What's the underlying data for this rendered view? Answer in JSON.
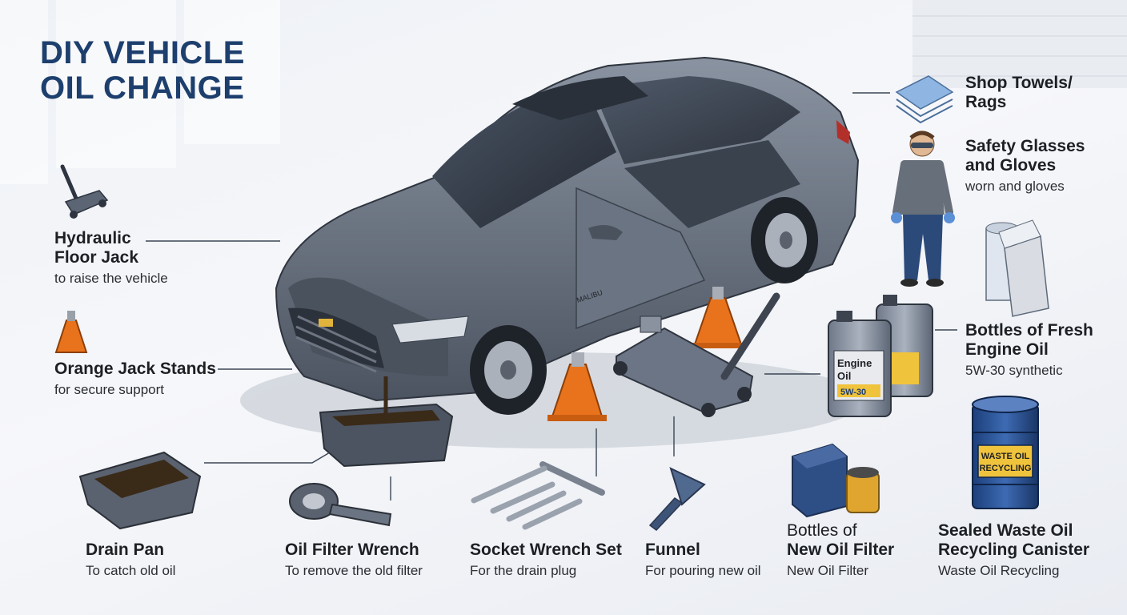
{
  "title": {
    "line1": "DIY VEHICLE",
    "line2": "OIL CHANGE"
  },
  "car_badge": "MALIBU",
  "barrel_label": {
    "line1": "WASTE OIL",
    "line2": "RECYCLING"
  },
  "bottle_label": {
    "line1": "Engine",
    "line2": "Oil",
    "grade": "5W-30"
  },
  "labels": {
    "jack": {
      "line1": "Hydraulic",
      "line2": "Floor Jack",
      "sub": "to raise the vehicle"
    },
    "stands": {
      "title": "Orange Jack Stands",
      "sub": "for secure support"
    },
    "drain_pan": {
      "title": "Drain Pan",
      "sub": "To catch old oil"
    },
    "filter_wrench": {
      "title": "Oil Filter Wrench",
      "sub": "To remove the old filter"
    },
    "socket_set": {
      "title": "Socket Wrench Set",
      "sub": "For the drain plug"
    },
    "funnel": {
      "title": "Funnel",
      "sub": "For pouring new oil"
    },
    "oil_filter": {
      "line1": "Bottles of",
      "line2": "New Oil Filter",
      "sub": "New Oil Filter"
    },
    "waste": {
      "line1": "Sealed Waste Oil",
      "line2": "Recycling Canister",
      "sub": "Waste Oil Recycling"
    },
    "towels": {
      "line1": "Shop Towels/",
      "line2": "Rags"
    },
    "safety": {
      "line1": "Safety Glasses",
      "line2": "and Gloves",
      "sub": "worn and gloves"
    },
    "oil_bottles": {
      "line1": "Bottles of Fresh",
      "line2": "Engine Oil",
      "sub": "5W-30 synthetic"
    }
  },
  "colors": {
    "title": "#1d3f6e",
    "car": "#5b6472",
    "stand": "#e8731c",
    "jack": "#6c7585",
    "oil": "#3a2a18",
    "label": "#f0c33c"
  }
}
